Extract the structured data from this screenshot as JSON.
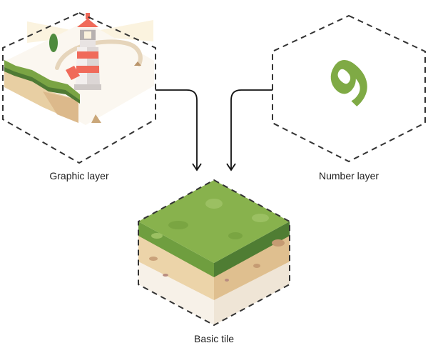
{
  "labels": {
    "graphic_layer": "Graphic layer",
    "number_layer": "Number layer",
    "basic_tile": "Basic tile"
  },
  "number_glyph": "9",
  "colors": {
    "dashed_outline": "#333333",
    "connector": "#111111",
    "grass": "#86b04a",
    "grass_dark": "#5c8a3a",
    "sand": "#e7cda0",
    "sand_dark": "#d9b98a",
    "cream": "#f4ece0",
    "lighthouse_red": "#f06a5a",
    "number_green": "#7faa45"
  }
}
